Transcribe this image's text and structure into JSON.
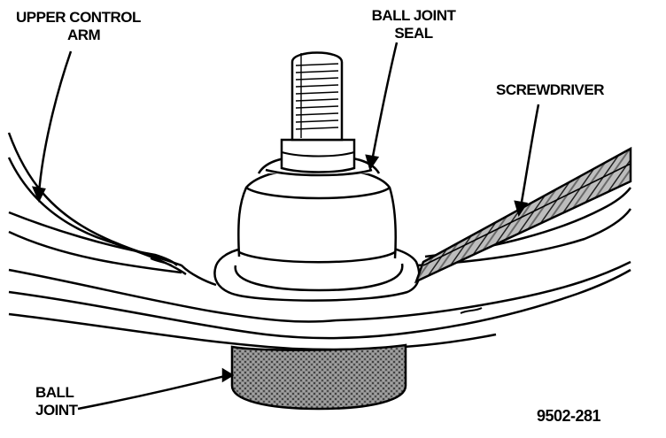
{
  "labels": {
    "upper_control_arm": [
      "UPPER CONTROL",
      "ARM"
    ],
    "ball_joint_seal": [
      "BALL JOINT",
      "SEAL"
    ],
    "screwdriver": "SCREWDRIVER",
    "ball_joint": [
      "BALL",
      "JOINT"
    ],
    "figure_code": "9502-281"
  }
}
